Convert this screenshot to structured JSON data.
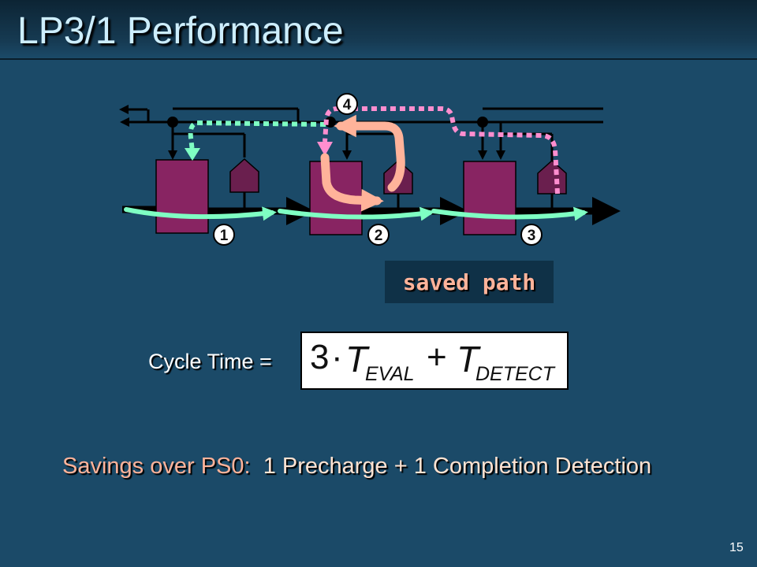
{
  "slide": {
    "title": "LP3/1 Performance",
    "page_number": "15"
  },
  "diagram": {
    "stage_badges": [
      "1",
      "2",
      "3"
    ],
    "step_badge": "4",
    "saved_path_label": "saved path"
  },
  "formula": {
    "label": "Cycle Time =",
    "coefficient": "3",
    "dot": "·",
    "term1": "T",
    "term1_subscript": "EVAL",
    "plus": "+",
    "term2": "T",
    "term2_subscript": "DETECT"
  },
  "savings": {
    "lead": "Savings over PS0:",
    "detail": "1 Precharge + 1 Completion Detection"
  },
  "colors": {
    "background": "#1b4a68",
    "title_text": "#cdeefd",
    "stage_block": "#882462",
    "completion_detector": "#6a1f4e",
    "forward_path": "#7fffc3",
    "ack_path_green": "#7fffc3",
    "ack_path_pink": "#ff8ecf",
    "saved_path": "#ffb39a",
    "saved_label": "#ffb39a"
  }
}
